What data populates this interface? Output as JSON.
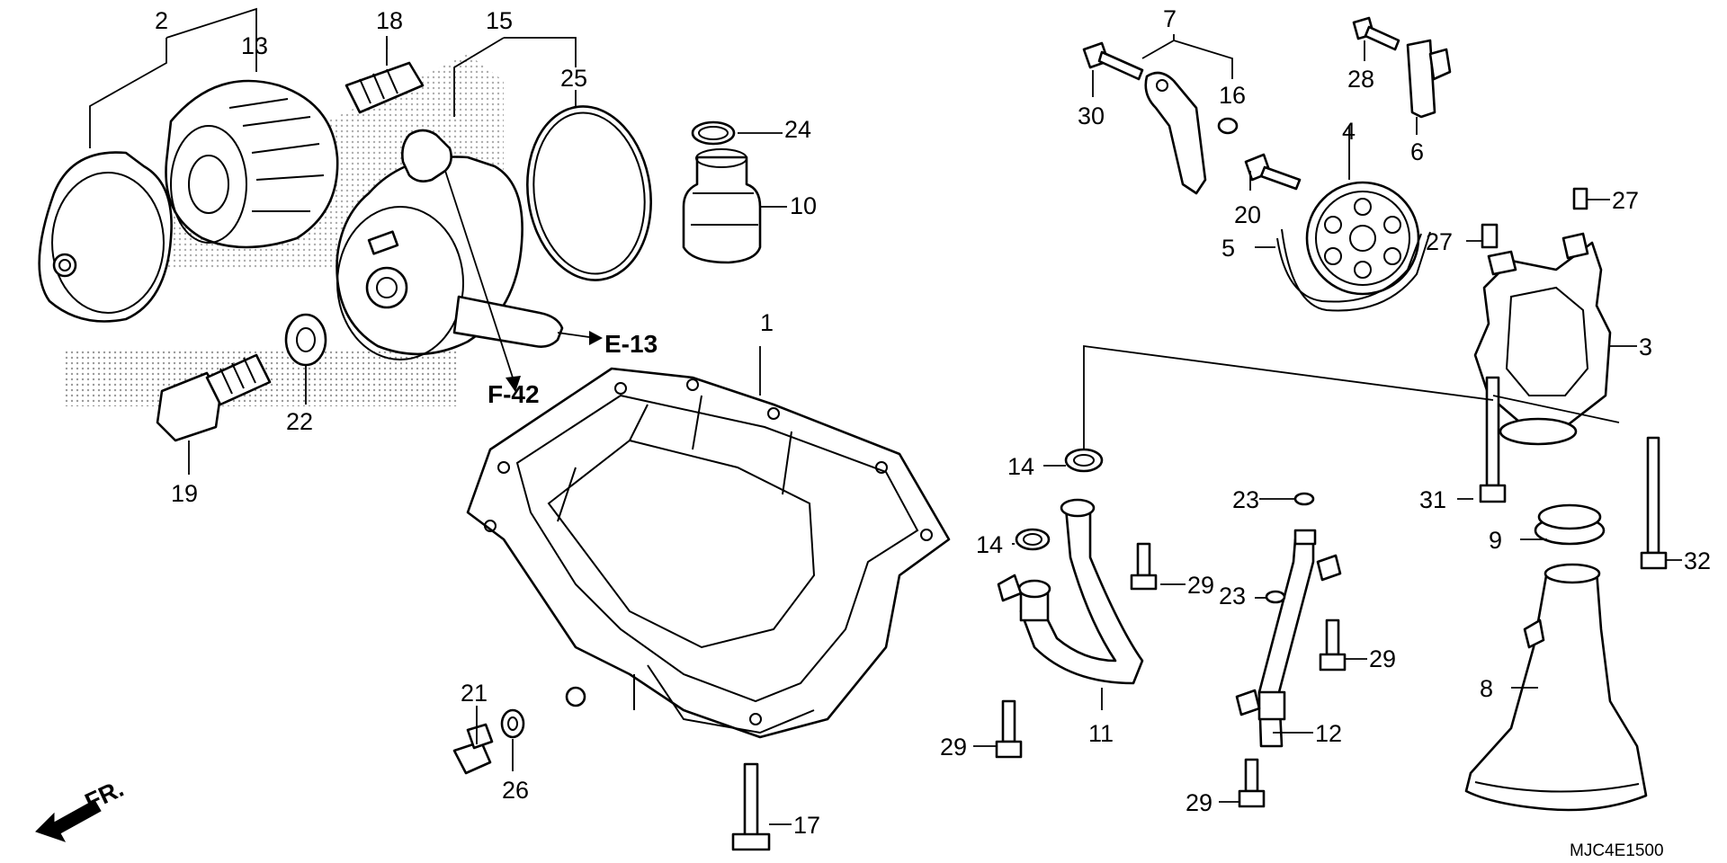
{
  "diagram": {
    "code": "MJC4E1500",
    "front_label": "FR.",
    "refs": {
      "e13": "E-13",
      "f42": "F-42"
    },
    "parts": {
      "p1": "1",
      "p2": "2",
      "p3": "3",
      "p4": "4",
      "p5": "5",
      "p6": "6",
      "p7": "7",
      "p8": "8",
      "p9": "9",
      "p10": "10",
      "p11": "11",
      "p12": "12",
      "p13": "13",
      "p14a": "14",
      "p14b": "14",
      "p15": "15",
      "p16": "16",
      "p17": "17",
      "p18": "18",
      "p19": "19",
      "p20": "20",
      "p21": "21",
      "p22": "22",
      "p23a": "23",
      "p23b": "23",
      "p24": "24",
      "p25": "25",
      "p26": "26",
      "p27a": "27",
      "p27b": "27",
      "p28": "28",
      "p29a": "29",
      "p29b": "29",
      "p29c": "29",
      "p29d": "29",
      "p30": "30",
      "p31": "31",
      "p32": "32"
    }
  }
}
